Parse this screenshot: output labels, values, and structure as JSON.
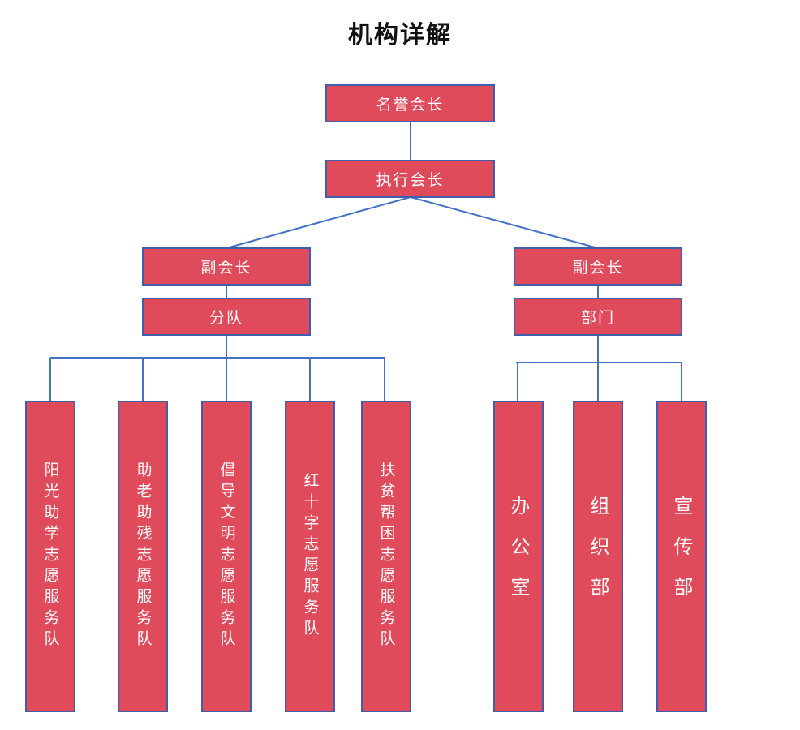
{
  "title": "机构详解",
  "nodes": {
    "honorary_president": "名誉会长",
    "executive_president": "执行会长",
    "vp_left": "副会长",
    "vp_right": "副会长",
    "teams": "分队",
    "departments": "部门"
  },
  "team_list": [
    "阳光助学志愿服务队",
    "助老助残志愿服务队",
    "倡导文明志愿服务队",
    "红十字志愿服务队",
    "扶贫帮困志愿服务队"
  ],
  "department_list": [
    "办公室",
    "组织部",
    "宣传部"
  ],
  "colors": {
    "box_fill": "#e04b5c",
    "box_border": "#3f5fae",
    "line": "#4472c4"
  }
}
